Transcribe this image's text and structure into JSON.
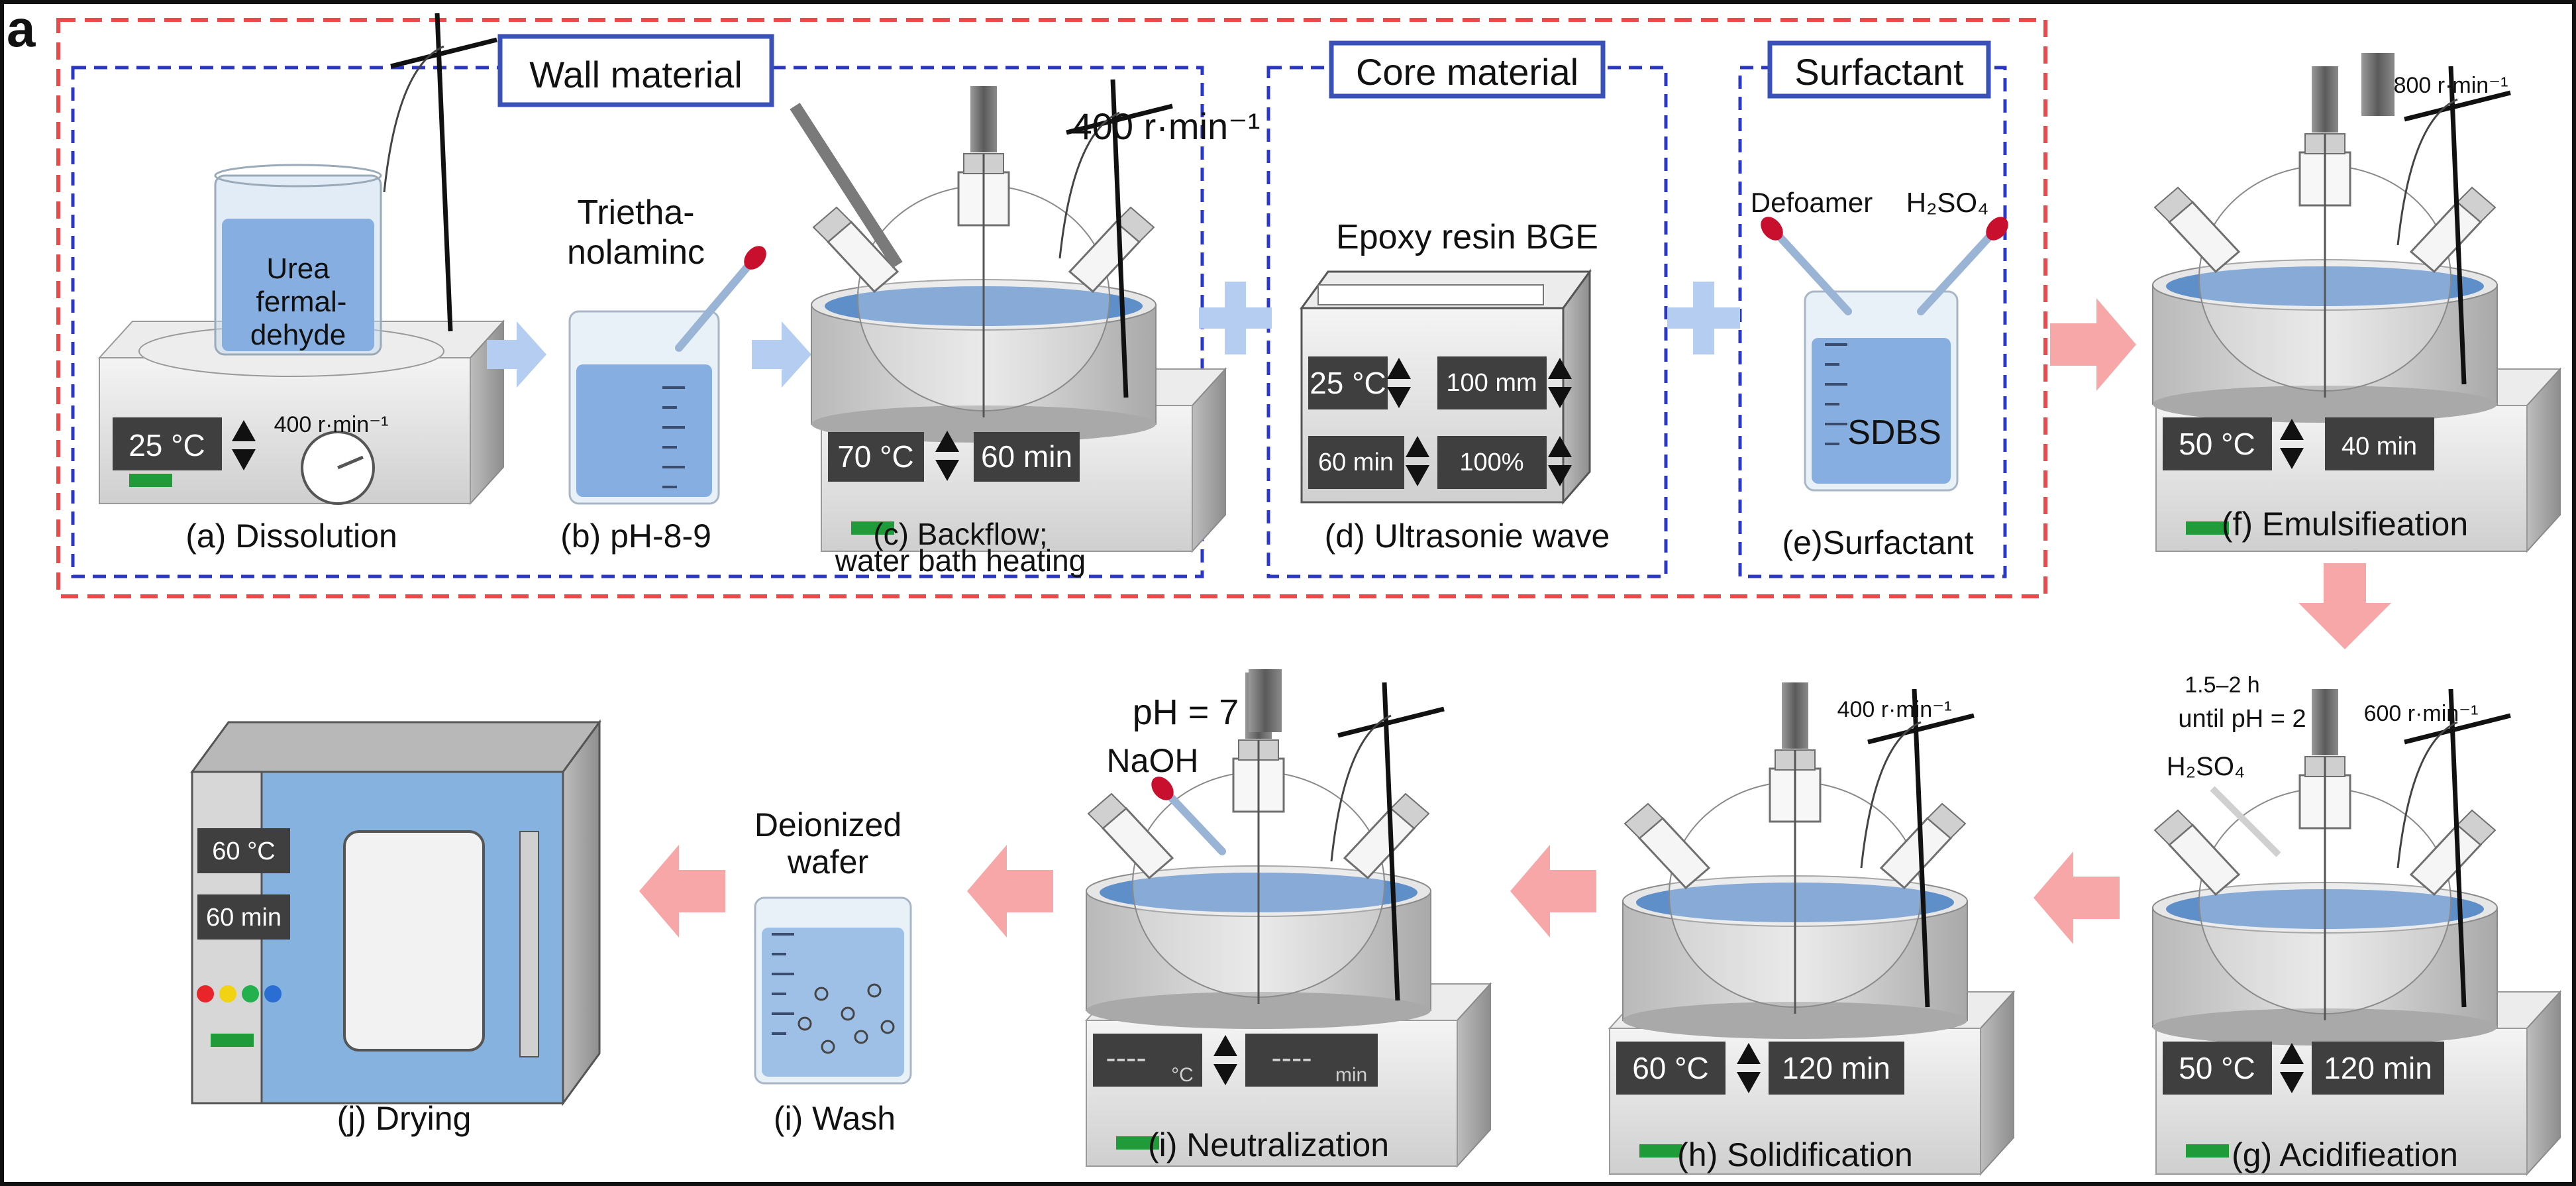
{
  "panel_letter": "a",
  "groups": {
    "wall": "Wall material",
    "core": "Core material",
    "surfactant": "Surfactant"
  },
  "steps": {
    "a": {
      "caption": "(a) Dissolution",
      "beaker_label_1": "Urea",
      "beaker_label_2": "fermal-",
      "beaker_label_3": "dehyde",
      "temp": "25 °C",
      "speed": "400 r·min⁻¹"
    },
    "b": {
      "caption": "(b) pH-8-9",
      "label_1": "Trietha-",
      "label_2": "nolaminc"
    },
    "c": {
      "caption_1": "(c) Backflow;",
      "caption_2": "water bath heating",
      "speed": "400 r·min⁻¹",
      "temp": "70 °C",
      "time": "60 min"
    },
    "d": {
      "caption": "(d) Ultrasonie wave",
      "label": "Epoxy resin BGE",
      "temp": "25 °C",
      "amp": "100 mm",
      "time": "60 min",
      "power": "100%"
    },
    "e": {
      "caption": "(e)Surfactant",
      "defoamer": "Defoamer",
      "acid": "H₂SO₄",
      "content": "SDBS"
    },
    "f": {
      "caption": "(f) Emulsifieation",
      "speed": "800 r·min⁻¹",
      "temp": "50 °C",
      "time": "40 min"
    },
    "g": {
      "caption": "(g) Acidifieation",
      "note_1": "1.5–2 h",
      "note_2": "until pH = 2",
      "speed": "600 r·min⁻¹",
      "acid": "H₂SO₄",
      "temp": "50 °C",
      "time": "120 min"
    },
    "h": {
      "caption": "(h) Solidification",
      "speed": "400 r·min⁻¹",
      "temp": "60 °C",
      "time": "120 min"
    },
    "i1": {
      "caption": "(i) Neutralization",
      "ph": "pH = 7",
      "base": "NaOH",
      "temp": "----",
      "temp_unit": "°C",
      "time": "----",
      "time_unit": "min"
    },
    "i2": {
      "caption": "(i) Wash",
      "label_1": "Deionized",
      "label_2": "wafer"
    },
    "j": {
      "caption": "(j) Drying",
      "temp": "60 °C",
      "time": "60 min"
    }
  },
  "colors": {
    "outer_dashed": "#ec4a4a",
    "inner_dashed": "#2a36c6",
    "title_box": "#3a52b8",
    "display": "#3f3f3f",
    "liquid": "#8fb4de",
    "arrow_blue": "#b4cdf0",
    "arrow_pink": "#f7a7a7",
    "oven": "#86b2e0"
  },
  "oven_buttons": [
    "#e8262a",
    "#f2d313",
    "#22b14c",
    "#2a6ed3"
  ]
}
